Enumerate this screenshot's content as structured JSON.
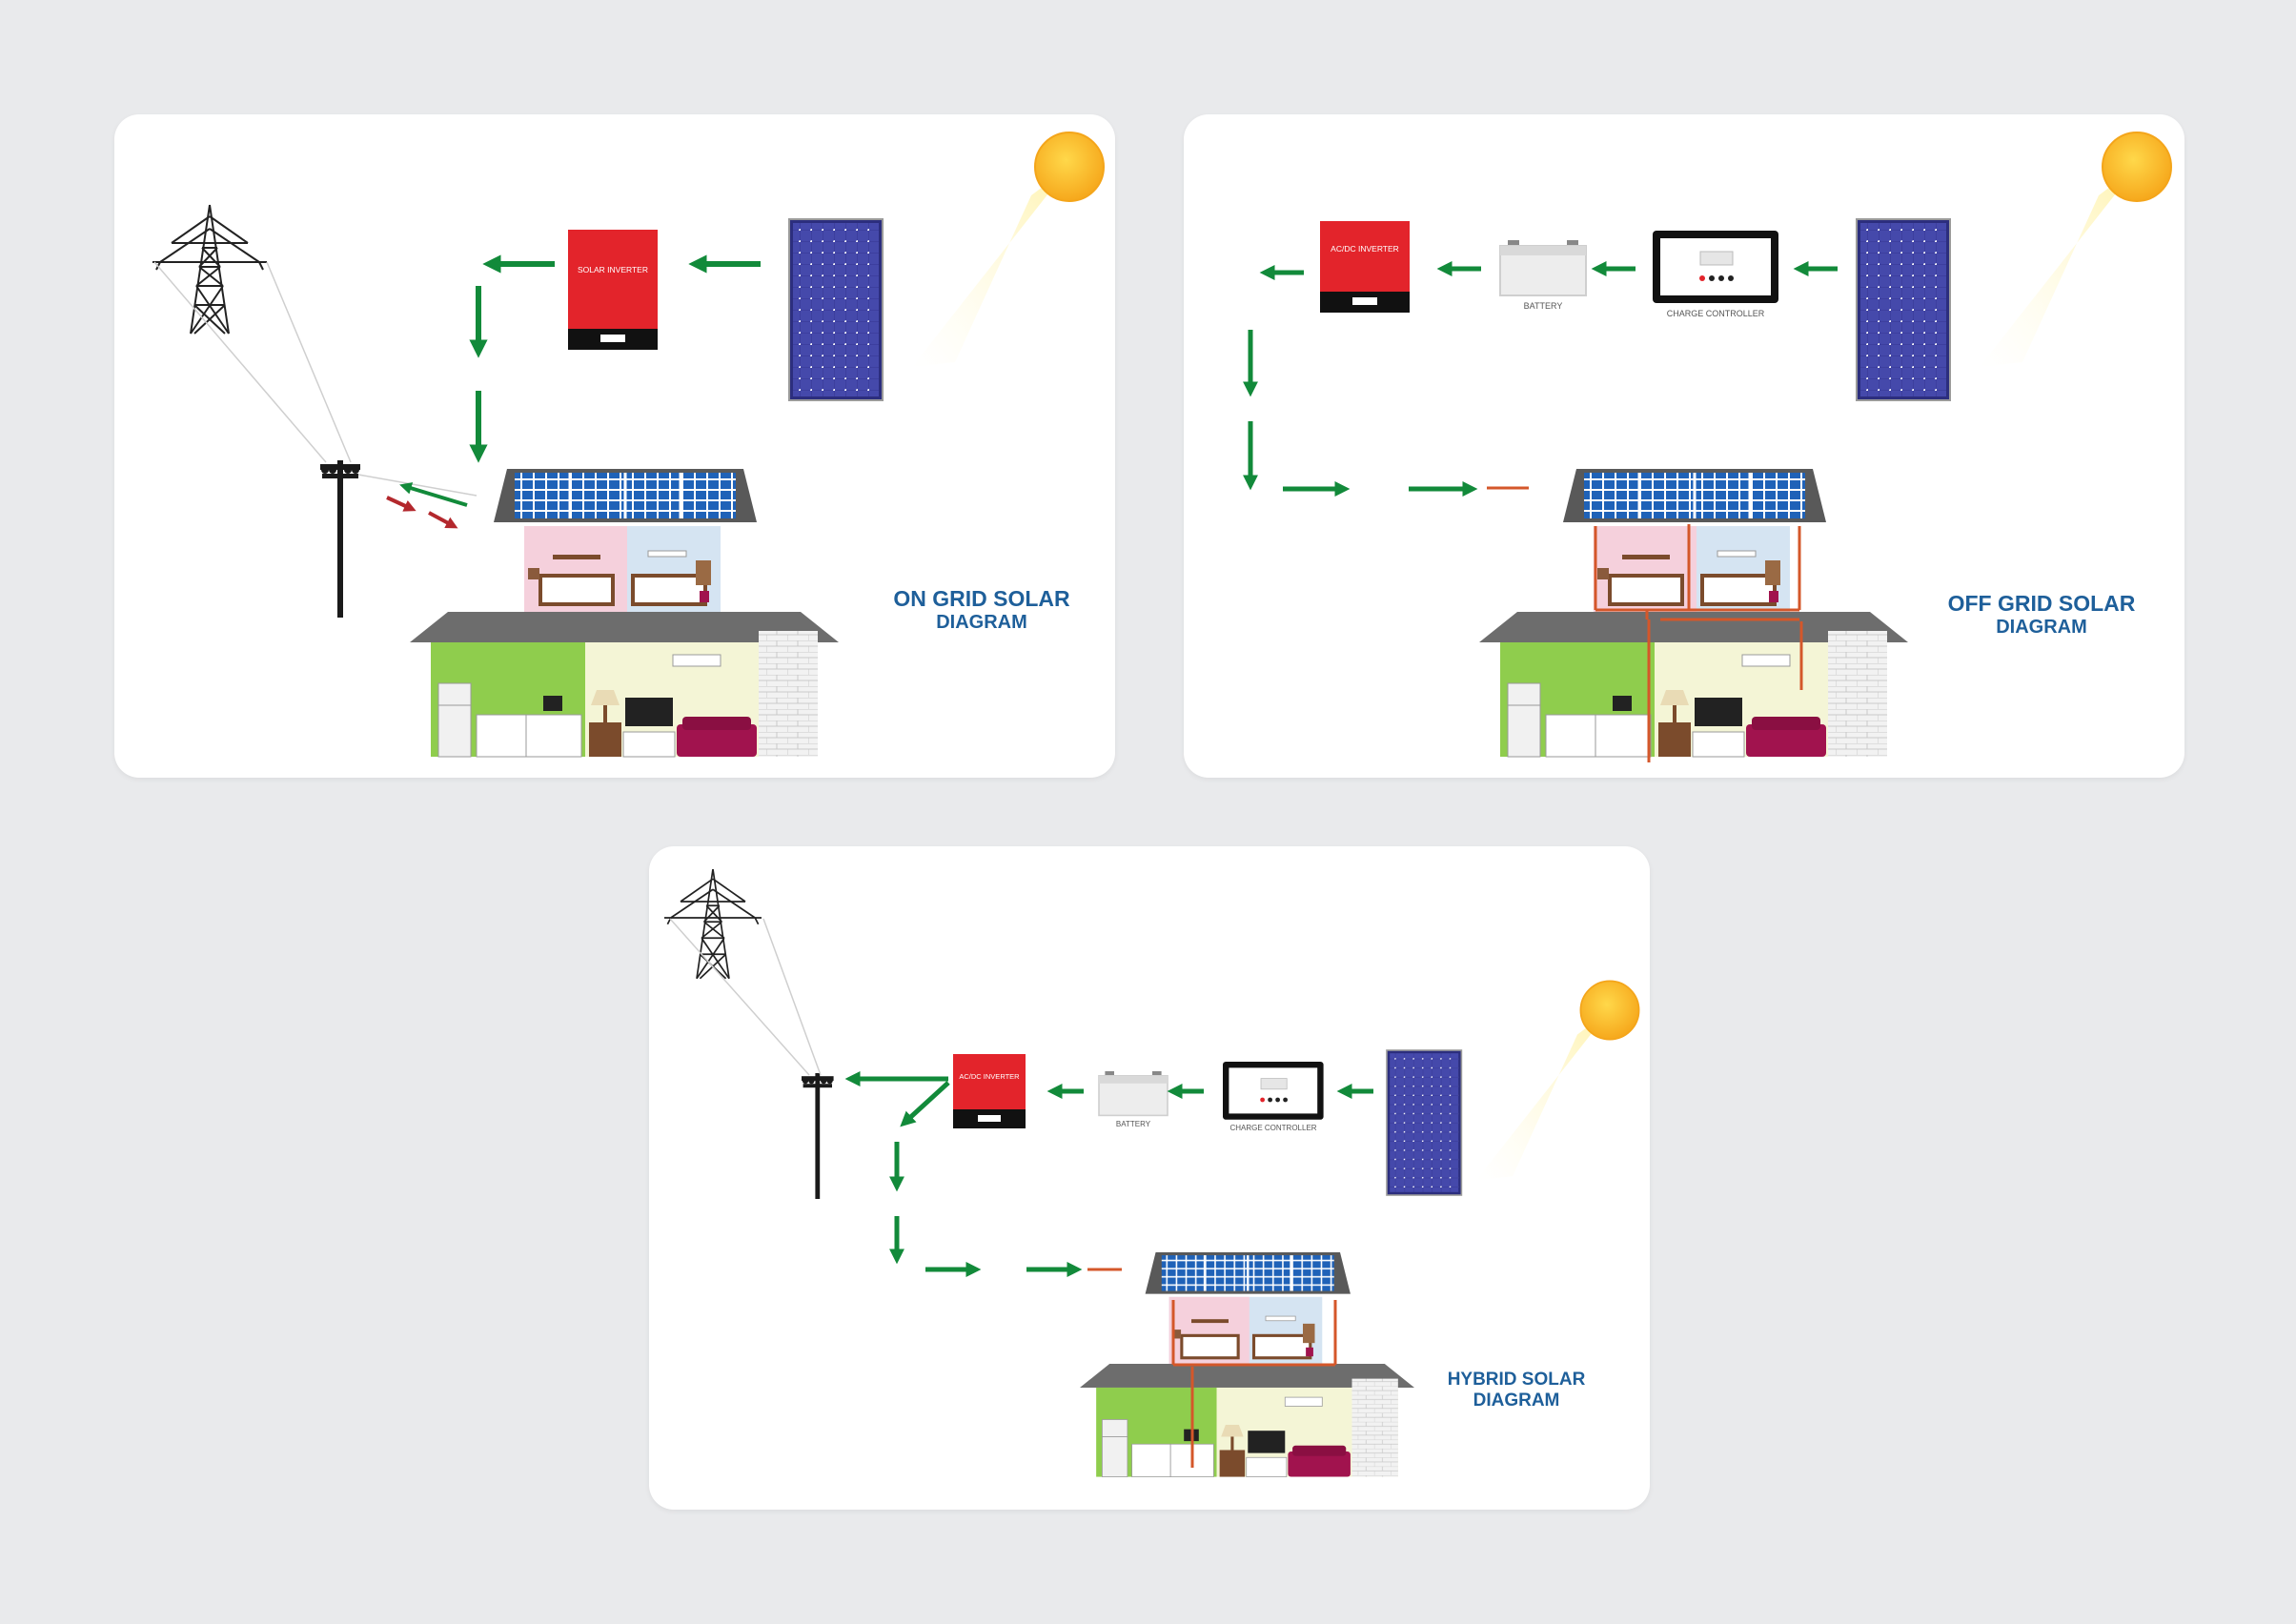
{
  "colors": {
    "arrow_green": "#128a3a",
    "arrow_red": "#b3282d",
    "inverter_red": "#e3242b",
    "panel_blue": "#3b3f9b",
    "roof_blue": "#1f5fb0",
    "sun": "#fbbf2c",
    "title_blue": "#1e5f9a",
    "wire_orange": "#d4572a"
  },
  "panels": [
    {
      "title_line1": "ON GRID SOLAR",
      "title_line2": "DIAGRAM",
      "inverter_label": "SOLAR INVERTER"
    },
    {
      "title_line1": "OFF GRID SOLAR",
      "title_line2": "DIAGRAM",
      "inverter_label": "AC/DC INVERTER",
      "battery_label": "BATTERY",
      "controller_label": "CHARGE CONTROLLER"
    },
    {
      "title_line1": "HYBRID SOLAR",
      "title_line2": "DIAGRAM",
      "inverter_label": "AC/DC INVERTER",
      "battery_label": "BATTERY",
      "controller_label": "CHARGE CONTROLLER"
    }
  ],
  "icons": [
    "sun-icon",
    "solar-panel-icon",
    "inverter-icon",
    "battery-icon",
    "charge-controller-icon",
    "transmission-tower-icon",
    "utility-pole-icon",
    "house-icon",
    "arrow-icon"
  ]
}
